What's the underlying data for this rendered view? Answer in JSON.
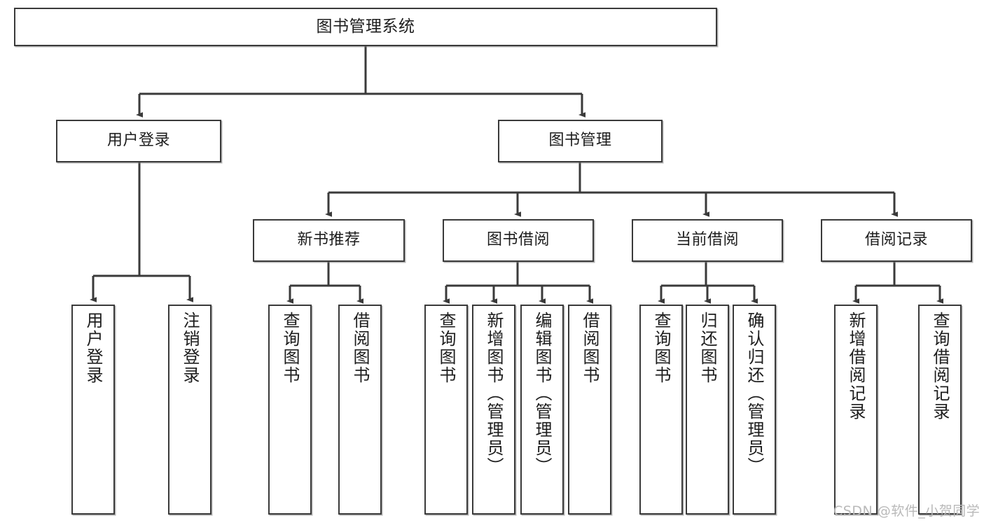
{
  "diagram": {
    "title": "图书管理系统",
    "type": "functional-structure-tree",
    "watermark": "CSDN @软件_小贺同学",
    "colors": {
      "stroke": "#3a3a3a",
      "fill": "#ffffff",
      "text": "#1d1d1d",
      "watermark": "#b9b9b9"
    },
    "nodes": {
      "root": {
        "label": "图书管理系统"
      },
      "level2": [
        {
          "id": "user-login",
          "label": "用户登录"
        },
        {
          "id": "book-manage",
          "label": "图书管理"
        }
      ],
      "level3": [
        {
          "id": "new-book-rec",
          "label": "新书推荐"
        },
        {
          "id": "book-borrow",
          "label": "图书借阅"
        },
        {
          "id": "current-borrow",
          "label": "当前借阅"
        },
        {
          "id": "borrow-record",
          "label": "借阅记录"
        }
      ],
      "leaves": {
        "user-login": [
          {
            "id": "leaf-user-login",
            "label": "用户登录"
          },
          {
            "id": "leaf-logout",
            "label": "注销登录"
          }
        ],
        "new-book-rec": [
          {
            "id": "leaf-query-book-1",
            "label": "查询图书"
          },
          {
            "id": "leaf-borrow-book-1",
            "label": "借阅图书"
          }
        ],
        "book-borrow": [
          {
            "id": "leaf-query-book-2",
            "label": "查询图书"
          },
          {
            "id": "leaf-add-book",
            "label": "新增图书（管理员）"
          },
          {
            "id": "leaf-edit-book",
            "label": "编辑图书（管理员）"
          },
          {
            "id": "leaf-borrow-book-2",
            "label": "借阅图书"
          }
        ],
        "current-borrow": [
          {
            "id": "leaf-query-book-3",
            "label": "查询图书"
          },
          {
            "id": "leaf-return-book",
            "label": "归还图书"
          },
          {
            "id": "leaf-confirm-return",
            "label": "确认归还（管理员）"
          }
        ],
        "borrow-record": [
          {
            "id": "leaf-add-record",
            "label": "新增借阅记录"
          },
          {
            "id": "leaf-query-record",
            "label": "查询借阅记录"
          }
        ]
      }
    }
  }
}
